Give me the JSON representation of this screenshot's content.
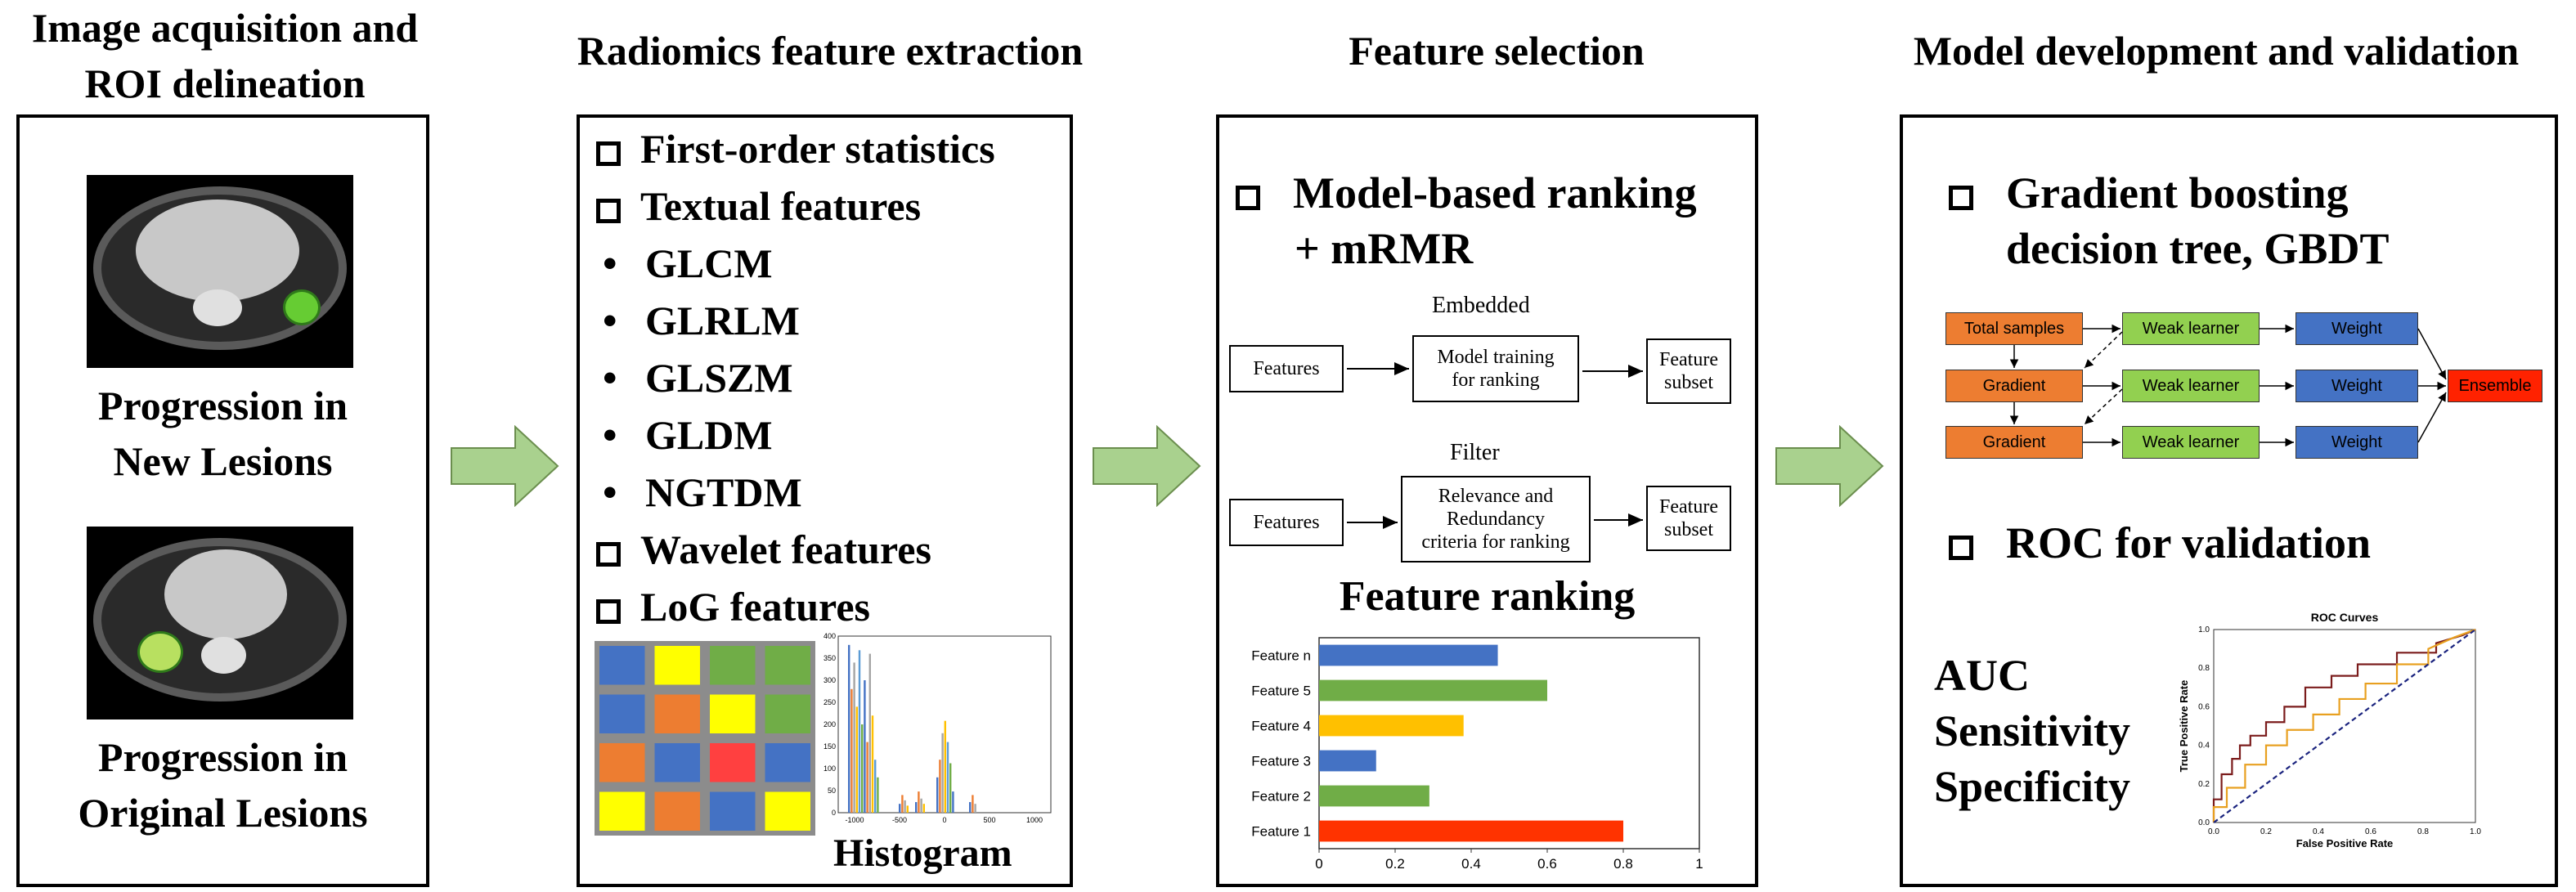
{
  "titles": {
    "step1_line1": "Image acquisition and",
    "step1_line2": "ROI delineation",
    "step2": "Radiomics feature extraction",
    "step3": "Feature selection",
    "step4": "Model development and validation"
  },
  "panel1": {
    "label1_line1": "Progression in",
    "label1_line2": "New Lesions",
    "label2_line1": "Progression in",
    "label2_line2": "Original Lesions"
  },
  "panel2": {
    "first_order": "First-order statistics",
    "textual": "Textual features",
    "bullets": [
      "GLCM",
      "GLRLM",
      "GLSZM",
      "GLDM",
      "NGTDM"
    ],
    "wavelet": "Wavelet features",
    "log": "LoG features",
    "histogram_label": "Histogram",
    "grid_colors": [
      [
        "#4472c4",
        "#ffff00",
        "#70ad47",
        "#70ad47"
      ],
      [
        "#4472c4",
        "#ed7d31",
        "#ffff00",
        "#70ad47"
      ],
      [
        "#ed7d31",
        "#4472c4",
        "#ff4040",
        "#4472c4"
      ],
      [
        "#ffff00",
        "#ed7d31",
        "#4472c4",
        "#ffff00"
      ]
    ],
    "hist_yticks": [
      "400",
      "350",
      "300",
      "250",
      "200",
      "150",
      "100",
      "50",
      "0"
    ],
    "hist_xticks": [
      "-1000",
      "-500",
      "0",
      "500",
      "1000"
    ]
  },
  "panel3": {
    "method_line1": "Model-based ranking",
    "method_line2": "+ mRMR",
    "embedded_label": "Embedded",
    "filter_label": "Filter",
    "features": "Features",
    "model_training_line1": "Model training",
    "model_training_line2": "for ranking",
    "relevance_line1": "Relevance and",
    "relevance_line2": "Redundancy",
    "relevance_line3": "criteria for ranking",
    "feature_subset_line1": "Feature",
    "feature_subset_line2": "subset",
    "ranking_title": "Feature ranking"
  },
  "panel4": {
    "gbdt_line1": "Gradient boosting",
    "gbdt_line2": "decision tree, GBDT",
    "total_samples": "Total samples",
    "gradient": "Gradient",
    "weak_learner": "Weak learner",
    "weight": "Weight",
    "ensemble": "Ensemble",
    "roc_heading": "ROC for validation",
    "metrics": [
      "AUC",
      "Sensitivity",
      "Specificity"
    ]
  },
  "colors": {
    "arrow_fill": "#a9d18e",
    "orange": "#ed7d31",
    "green": "#92d050",
    "blue": "#4472c4",
    "red": "#ff0000",
    "yellow": "#ffc000"
  },
  "chart_data": [
    {
      "type": "bar",
      "orientation": "horizontal",
      "categories": [
        "Feature 1",
        "Feature 2",
        "Feature 3",
        "Feature 4",
        "Feature 5",
        "Feature n"
      ],
      "values": [
        0.8,
        0.29,
        0.15,
        0.38,
        0.6,
        0.47
      ],
      "bar_colors": [
        "#ff3300",
        "#70ad47",
        "#4472c4",
        "#ffc000",
        "#70ad47",
        "#4472c4"
      ],
      "xlim": [
        0,
        1
      ],
      "xticks": [
        0,
        0.2,
        0.4,
        0.6,
        0.8,
        1
      ],
      "tick_labels": [
        "0",
        "0.2",
        "0.4",
        "0.6",
        "0.8",
        "1"
      ],
      "title": "Feature ranking"
    },
    {
      "type": "line",
      "title": "ROC Curves",
      "xlabel": "False Positive Rate",
      "ylabel": "True Positive Rate",
      "xlim": [
        0,
        1
      ],
      "ylim": [
        0,
        1
      ],
      "xticks": [
        "0.0",
        "0.2",
        "0.4",
        "0.6",
        "0.8",
        "1.0"
      ],
      "yticks": [
        "0.0",
        "0.2",
        "0.4",
        "0.6",
        "0.8",
        "1.0"
      ],
      "series": [
        {
          "color": "#7b1c1c",
          "x": [
            0,
            0,
            0.03,
            0.03,
            0.07,
            0.07,
            0.1,
            0.1,
            0.14,
            0.14,
            0.2,
            0.2,
            0.27,
            0.27,
            0.35,
            0.35,
            0.45,
            0.45,
            0.55,
            0.55,
            0.7,
            0.7,
            0.85,
            0.85,
            0.95,
            1.0
          ],
          "y": [
            0,
            0.12,
            0.12,
            0.25,
            0.25,
            0.33,
            0.33,
            0.4,
            0.4,
            0.45,
            0.45,
            0.52,
            0.52,
            0.6,
            0.6,
            0.7,
            0.7,
            0.76,
            0.76,
            0.82,
            0.82,
            0.88,
            0.88,
            0.93,
            0.97,
            1.0
          ]
        },
        {
          "color": "#e8a020",
          "x": [
            0,
            0,
            0.05,
            0.05,
            0.12,
            0.12,
            0.2,
            0.2,
            0.28,
            0.28,
            0.38,
            0.38,
            0.48,
            0.48,
            0.58,
            0.58,
            0.7,
            0.7,
            0.82,
            0.82,
            0.92,
            1.0
          ],
          "y": [
            0,
            0.08,
            0.08,
            0.18,
            0.18,
            0.3,
            0.3,
            0.4,
            0.4,
            0.48,
            0.48,
            0.56,
            0.56,
            0.64,
            0.64,
            0.72,
            0.72,
            0.82,
            0.82,
            0.9,
            0.96,
            1.0
          ]
        },
        {
          "color": "#1a237e",
          "dashed": true,
          "x": [
            0,
            1
          ],
          "y": [
            0,
            1
          ]
        }
      ]
    }
  ]
}
